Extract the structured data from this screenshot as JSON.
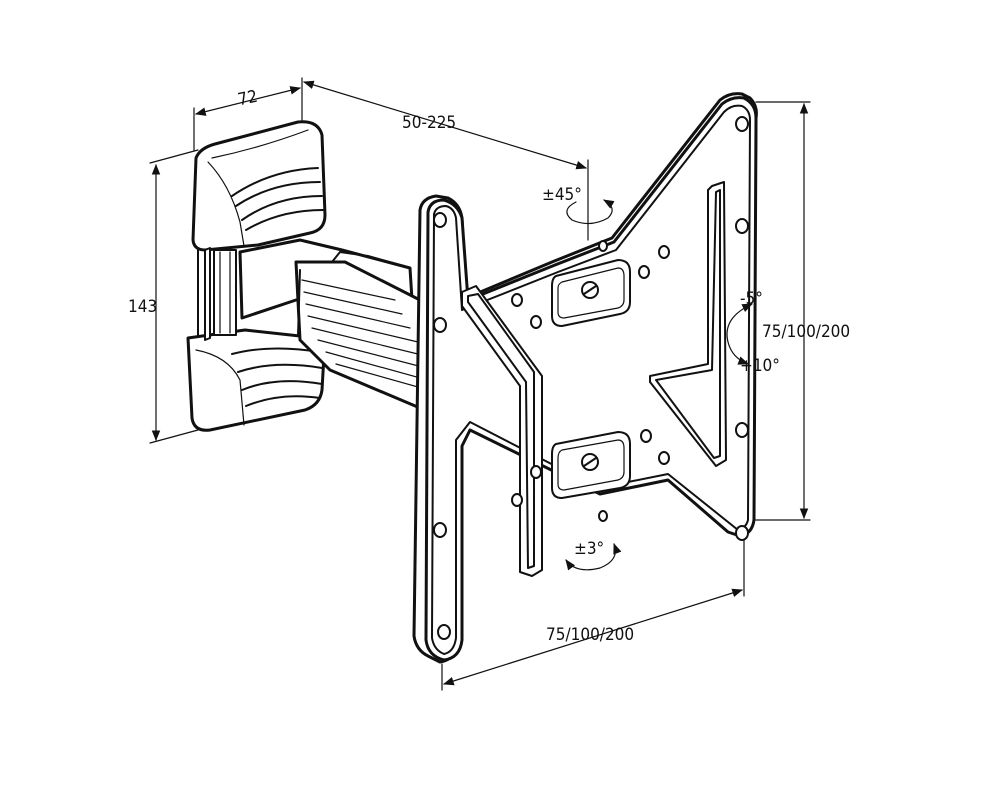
{
  "colors": {
    "ink": "#111111",
    "background": "#ffffff"
  },
  "dimensions": {
    "wall_plate_width": "72",
    "arm_extension": "50-225",
    "wall_plate_height": "143",
    "vesa_vertical": "75/100/200",
    "vesa_horizontal": "75/100/200"
  },
  "adjustments": {
    "swivel": "±45°",
    "tilt_down": "-5°",
    "tilt_up": "+10°",
    "rotation": "±3°"
  }
}
